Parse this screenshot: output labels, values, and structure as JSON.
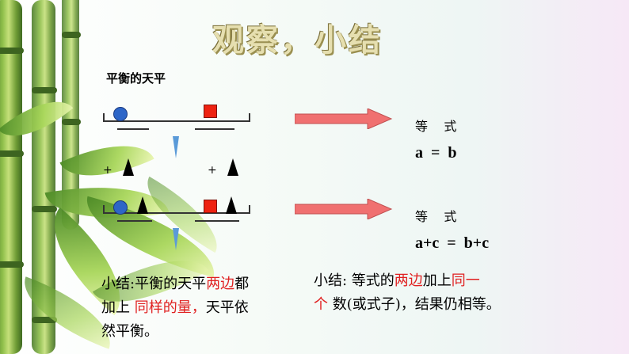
{
  "title": "观察，小结",
  "top_label": "平衡的天平",
  "equation1": {
    "label": "等    式",
    "text": "a  =  b"
  },
  "equation2": {
    "label": "等    式",
    "text": "a+c  =  b+c"
  },
  "plus": "+",
  "left_summary": {
    "part1": "小结:平衡的天平",
    "red1": "两边",
    "part2": "都",
    "part3": "加上 ",
    "red2": "同样的量，",
    "part4": "天平依",
    "part5": "然平衡。"
  },
  "right_summary": {
    "part1": "小结: 等式的",
    "red1": "两边",
    "part2": "加上",
    "red2": "同一",
    "red3": "个",
    "part3": " 数(或式子)，结果仍相等。"
  },
  "colors": {
    "arrow": "#f07070",
    "circle": "#2e66c8",
    "square": "#ee2211",
    "red_text": "#e02020"
  }
}
